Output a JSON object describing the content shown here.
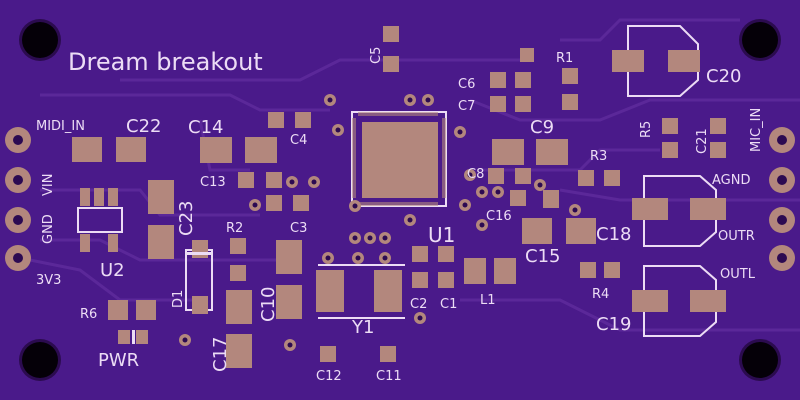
{
  "board": {
    "title": "Dream breakout",
    "mcu_label": "U1",
    "pwr_label": "PWR",
    "left_header_pins": [
      "MIDI_IN",
      "VIN",
      "GND",
      "3V3"
    ],
    "right_header_pins": [
      "MIC_IN",
      "AGND",
      "OUTR",
      "OUTL"
    ],
    "designators": {
      "c5": "C5",
      "c6": "C6",
      "c7": "C7",
      "r1": "R1",
      "c20": "C20",
      "c22": "C22",
      "c14": "C14",
      "c4": "C4",
      "c9": "C9",
      "r5": "R5",
      "c21": "C21",
      "r3": "R3",
      "c13": "C13",
      "c8": "C8",
      "c16": "C16",
      "c23": "C23",
      "r2": "R2",
      "c3": "C3",
      "c18": "C18",
      "c15": "C15",
      "u2": "U2",
      "d1": "D1",
      "c10": "C10",
      "c2": "C2",
      "c1": "C1",
      "l1": "L1",
      "r4": "R4",
      "r6": "R6",
      "y1": "Y1",
      "c19": "C19",
      "c17": "C17",
      "c12": "C12",
      "c11": "C11"
    }
  },
  "colors": {
    "board": "#4a1a8a",
    "silkscreen": "#ecdcf5",
    "copper_pad": "#b3877d",
    "mount_hole": "#050008"
  }
}
